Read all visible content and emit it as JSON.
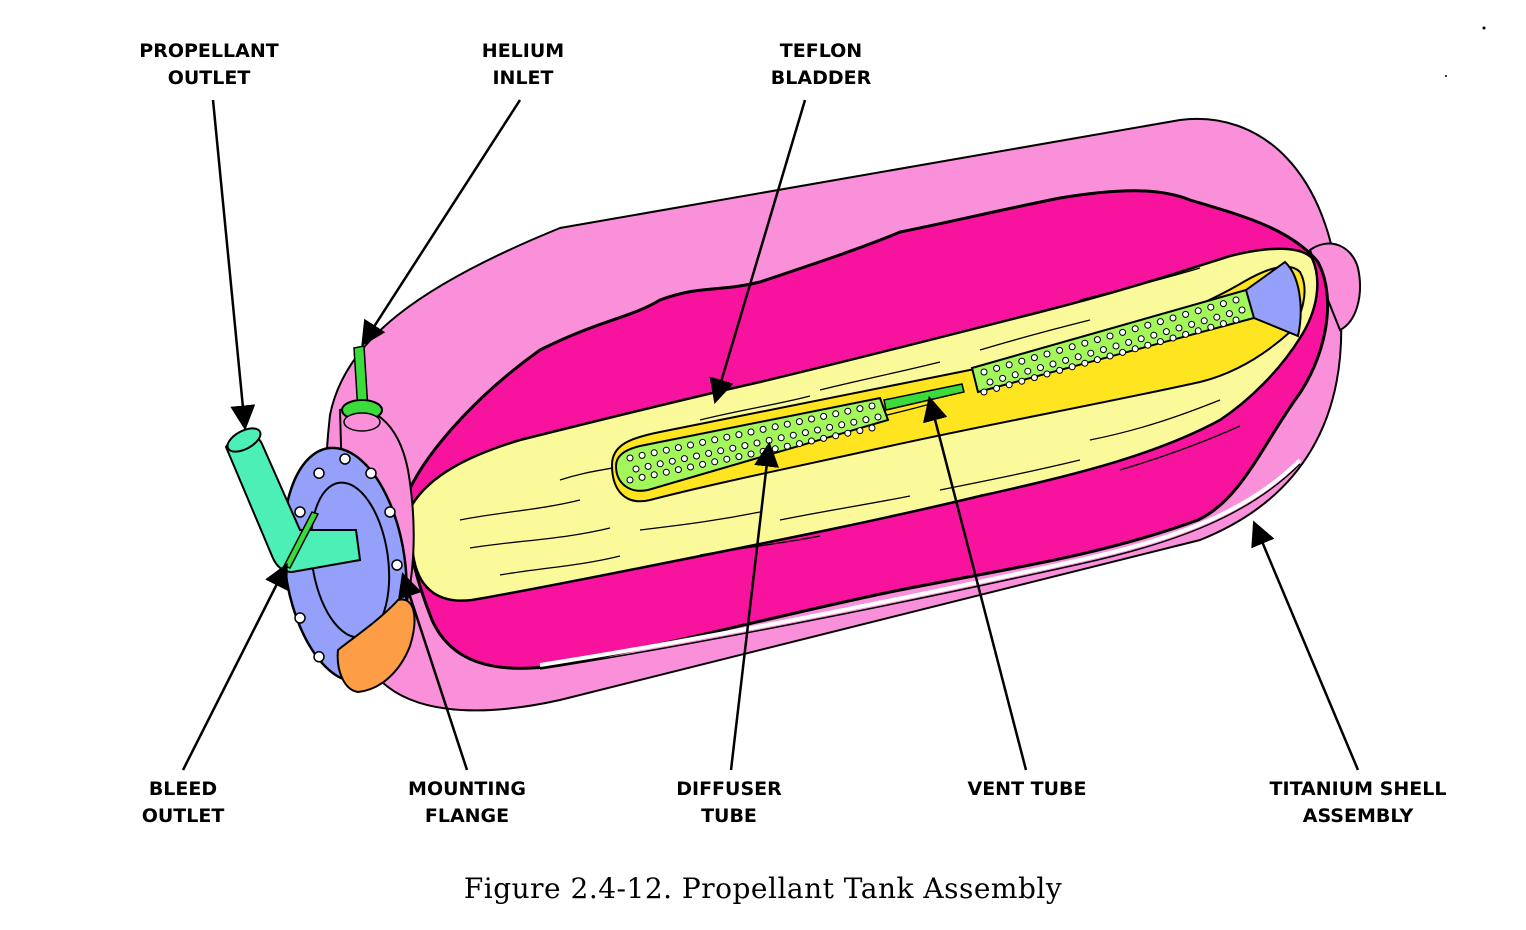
{
  "colors": {
    "shell": "#fb90da",
    "shell_inner": "#f7139d",
    "bladder": "#fbfa9a",
    "bladder_cut": "#ffe51f",
    "diffuser": "#a4f75b",
    "vent_tube": "#3cdb3c",
    "flange": "#95a0fb",
    "outlet_pipe": "#4cf0b7",
    "orange_fitting": "#fd9d46",
    "outline": "#000000"
  },
  "labels": {
    "propellant_outlet": [
      "PROPELLANT",
      "OUTLET"
    ],
    "helium_inlet": [
      "HELIUM",
      "INLET"
    ],
    "teflon_bladder": [
      "TEFLON",
      "BLADDER"
    ],
    "bleed_outlet": [
      "BLEED",
      "OUTLET"
    ],
    "mounting_flange": [
      "MOUNTING",
      "FLANGE"
    ],
    "diffuser_tube": [
      "DIFFUSER",
      "TUBE"
    ],
    "vent_tube": [
      "VENT TUBE"
    ],
    "titanium_shell": [
      "TITANIUM SHELL",
      "ASSEMBLY"
    ]
  },
  "caption": "Figure 2.4-12.  Propellant Tank Assembly"
}
